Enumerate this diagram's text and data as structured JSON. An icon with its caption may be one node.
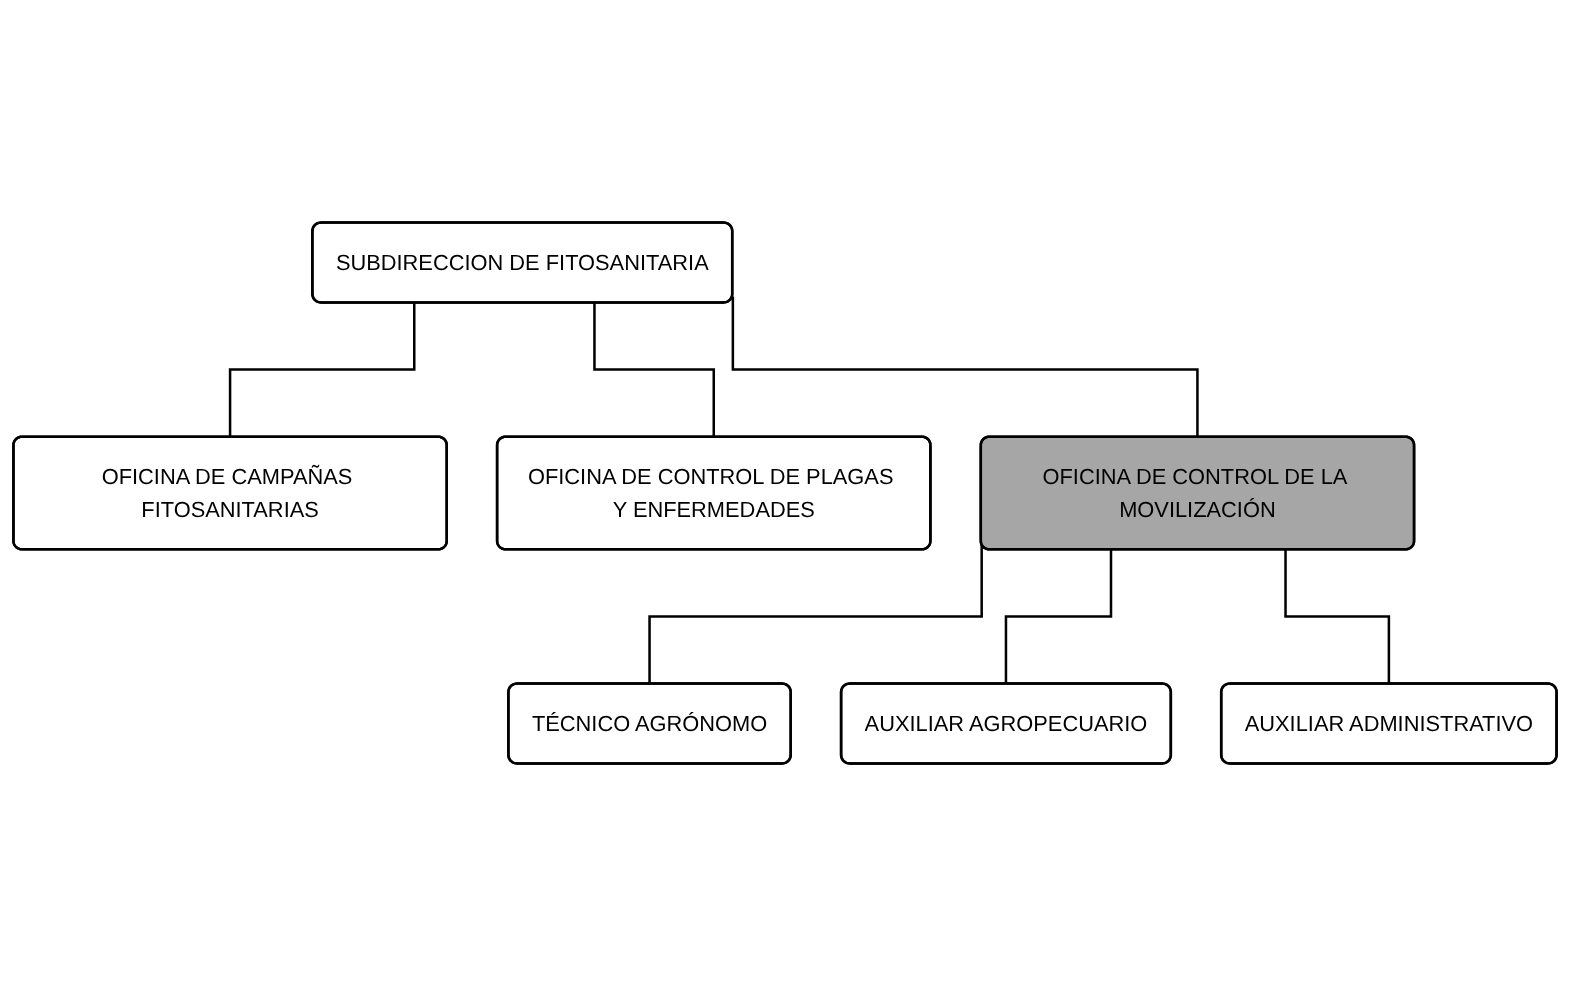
{
  "diagram": {
    "nodes": [
      {
        "text": [
          "SUBDIRECCION DE FITOSANITARIA"
        ]
      },
      {
        "text": [
          "OFICINA DE CAMPAÑAS FITOSANITARIAS"
        ]
      },
      {
        "text": [
          "OFICINA DE CONTROL DE PLAGAS Y ENFERMEDADES"
        ]
      },
      {
        "text": [
          "OFICINA DE CONTROL DE LA MOVILIZACIÓN"
        ]
      },
      {
        "text": [
          "TÉCNICO AGRÓNOMO"
        ]
      },
      {
        "text": [
          "AUXILIAR AGROPECUARIO"
        ]
      },
      {
        "text": [
          "AUXILIAR ADMINISTRATIVO"
        ]
      }
    ],
    "edges": [
      {
        "from": 0,
        "to": 1,
        "arrow": "none"
      },
      {
        "from": 0,
        "to": 2,
        "arrow": "none"
      },
      {
        "from": 0,
        "to": 3,
        "arrow": "none"
      },
      {
        "from": 3,
        "to": 4,
        "arrow": "none"
      },
      {
        "from": 3,
        "to": 5,
        "arrow": "none"
      },
      {
        "from": 3,
        "to": 6,
        "arrow": "none"
      }
    ]
  }
}
